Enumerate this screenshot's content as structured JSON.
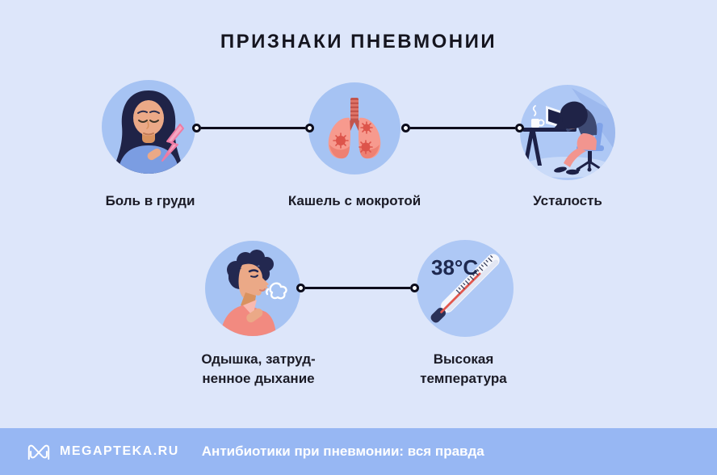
{
  "title": "ПРИЗНАКИ ПНЕВМОНИИ",
  "symptoms": [
    {
      "id": "chest-pain",
      "label": "Боль в груди"
    },
    {
      "id": "cough",
      "label": "Кашель с мокротой"
    },
    {
      "id": "fatigue",
      "label": "Усталость"
    },
    {
      "id": "dyspnea",
      "label_line1": "Одышка, затруд-",
      "label_line2": "ненное дыхание"
    },
    {
      "id": "fever",
      "label_line1": "Высокая",
      "label_line2": "температура",
      "thermometer_reading": "38°C"
    }
  ],
  "footer": {
    "brand": "MEGAPTEKA.RU",
    "headline": "Антибиотики при пневмонии: вся правда"
  },
  "icons": {
    "logo": "megapteka-m-logo",
    "symptom_illustrations": [
      "woman-chest-pain",
      "lungs-with-germs",
      "person-asleep-at-desk",
      "man-short-of-breath",
      "thermometer-38c"
    ]
  },
  "colors": {
    "background": "#dde6fa",
    "circle_fill": "#a6c3f3",
    "circle_fill_light": "#aec8f5",
    "footer_bar": "#97b7f3",
    "connector": "#0d0d1c",
    "title_text": "#15151f",
    "label_text": "#1b1b26",
    "navy": "#1f2347",
    "salmon": "#f28a80",
    "lung_pink": "#f79a8e",
    "germ_red": "#dd544b",
    "bolt_pink": "#f5a7c1",
    "skin": "#eba987",
    "white": "#ffffff",
    "temp_text": "#1e2950"
  }
}
